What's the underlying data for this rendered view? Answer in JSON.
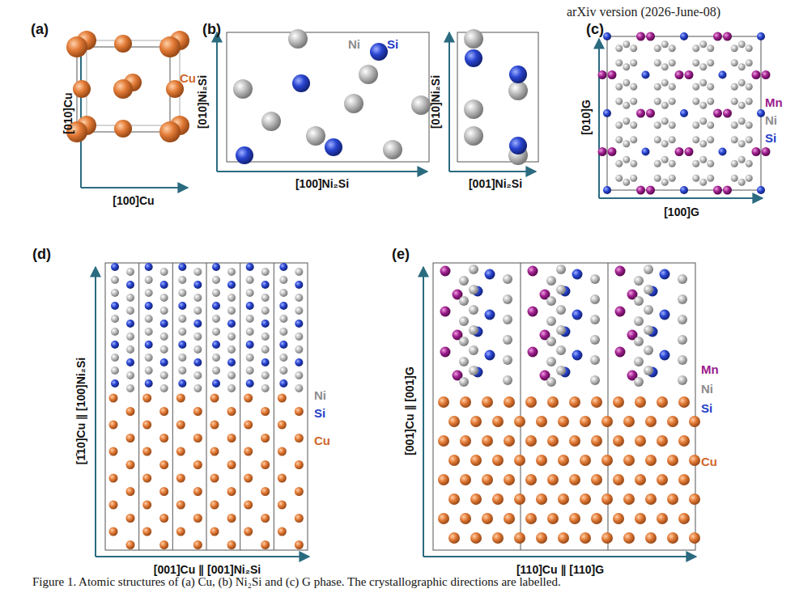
{
  "diagram": {
    "caption": "Figure 1. Atomic structures of (a) Cu, (b) Ni₂Si and (c) G phase. The crystallographic directions are labelled.",
    "labels": [
      "arXiv version (2026-June-08)",
      "(a)",
      "Cu",
      "[010]Cu",
      "[100]Cu",
      "(b)",
      "Ni",
      "Si",
      "[010]Ni₂Si",
      "[100]Ni₂Si",
      "[010]Ni₂Si",
      "[001]Ni₂Si",
      "(c)",
      "Mn",
      "Ni",
      "Si",
      "[010]G",
      "[100]G",
      "(d)",
      "Ni",
      "Si",
      "Cu",
      "[1̄10]Cu ∥ [100]Ni₂Si",
      "[001]Cu ∥ [001]Ni₂Si",
      "(e)",
      "Mn",
      "Ni",
      "Si",
      "Cu",
      "[001]Cu ∥ [001]G",
      "[110]Cu ∥ [110]G"
    ]
  }
}
